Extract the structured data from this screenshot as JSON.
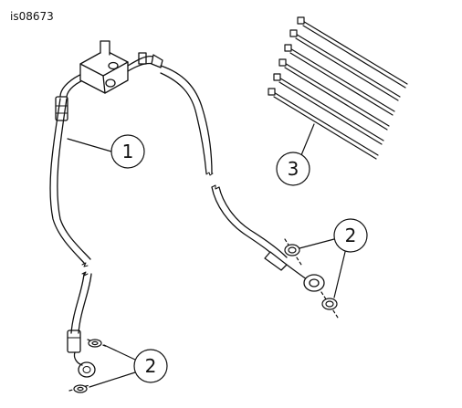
{
  "figure_id": "is08673",
  "callouts": {
    "c1": "1",
    "c2a": "2",
    "c2b": "2",
    "c3": "3"
  },
  "colors": {
    "line": "#111111",
    "background": "#ffffff"
  }
}
